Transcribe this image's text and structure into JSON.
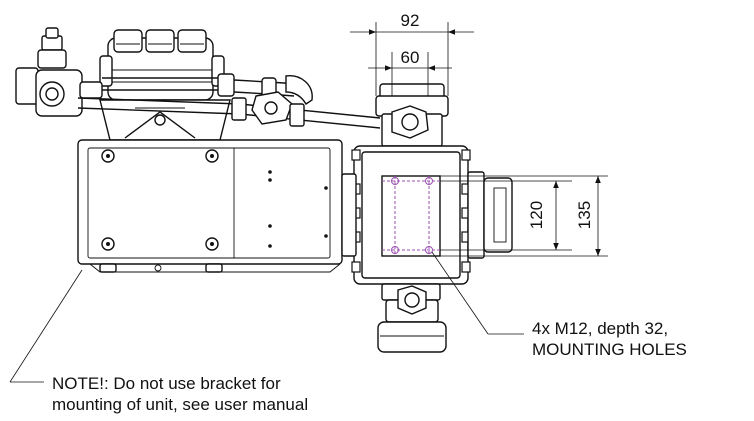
{
  "dimensions": {
    "top_outer": "92",
    "top_inner": "60",
    "side_inner": "120",
    "side_outer": "135"
  },
  "notes": {
    "holes_line1": "4x M12, depth 32,",
    "holes_line2": "MOUNTING HOLES",
    "bracket_line1": "NOTE!: Do not use bracket for",
    "bracket_line2": "mounting of unit, see user manual"
  }
}
